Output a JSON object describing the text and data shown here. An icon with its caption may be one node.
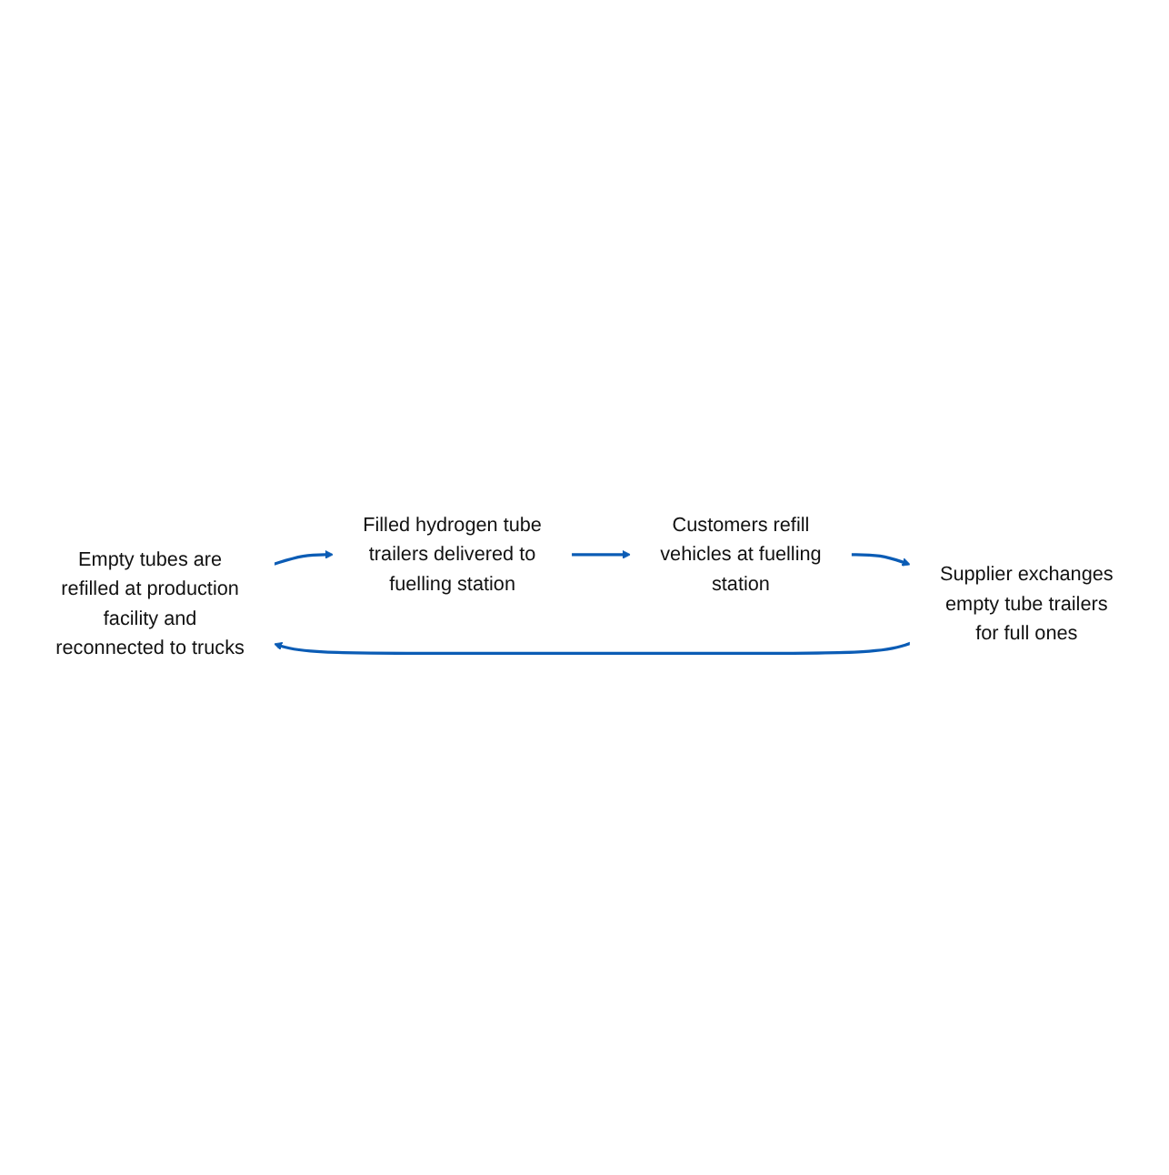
{
  "diagram": {
    "nodes": [
      {
        "text": [
          "Empty tubes are refilled at production facility and reconnected to trucks"
        ]
      },
      {
        "text": [
          "Filled hydrogen tube trailers delivered to fuelling station"
        ]
      },
      {
        "text": [
          "Customers refill vehicles at fuelling station"
        ]
      },
      {
        "text": [
          "Supplier exchanges empty tube trailers for full ones"
        ]
      }
    ],
    "edges": [
      {
        "from": 0,
        "to": 1,
        "arrow": "to"
      },
      {
        "from": 1,
        "to": 2,
        "arrow": "to"
      },
      {
        "from": 2,
        "to": 3,
        "arrow": "to"
      },
      {
        "from": 3,
        "to": 0,
        "arrow": "to"
      }
    ]
  }
}
